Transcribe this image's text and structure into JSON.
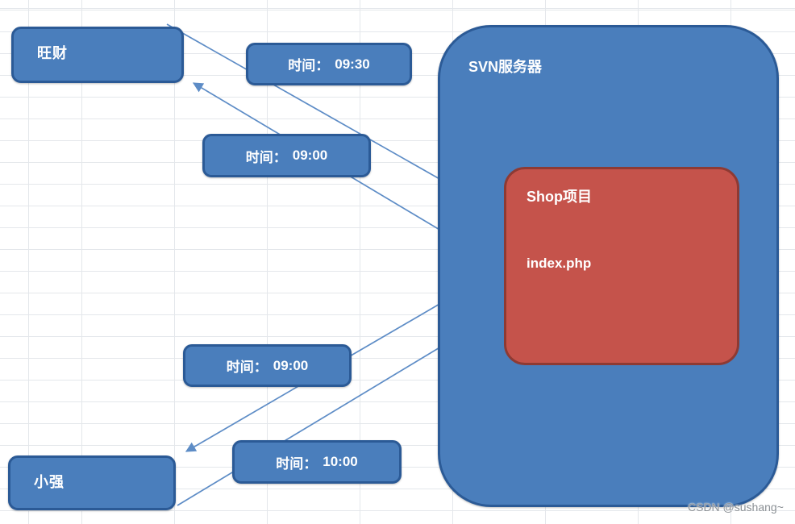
{
  "colors": {
    "background": "#ffffff",
    "grid": "#e4e7eb",
    "node_fill": "#4a7ebc",
    "node_border": "#2b5a96",
    "project_fill": "#c5534b",
    "project_border": "#8e3a33",
    "line": "#5d8cc6",
    "watermark": "#8b9095"
  },
  "diagram": {
    "server": {
      "label": "SVN服务器",
      "project": {
        "title": "Shop项目",
        "file": "index.php"
      }
    },
    "clients": [
      {
        "label": "旺财"
      },
      {
        "label": "小强"
      }
    ],
    "time_labels": [
      {
        "prefix": "时间：",
        "time": "09:30"
      },
      {
        "prefix": "时间：",
        "time": "09:00"
      },
      {
        "prefix": "时间：",
        "time": "09:00"
      },
      {
        "prefix": "时间：",
        "time": "10:00"
      }
    ],
    "watermark": "CSDN @sushang~"
  }
}
